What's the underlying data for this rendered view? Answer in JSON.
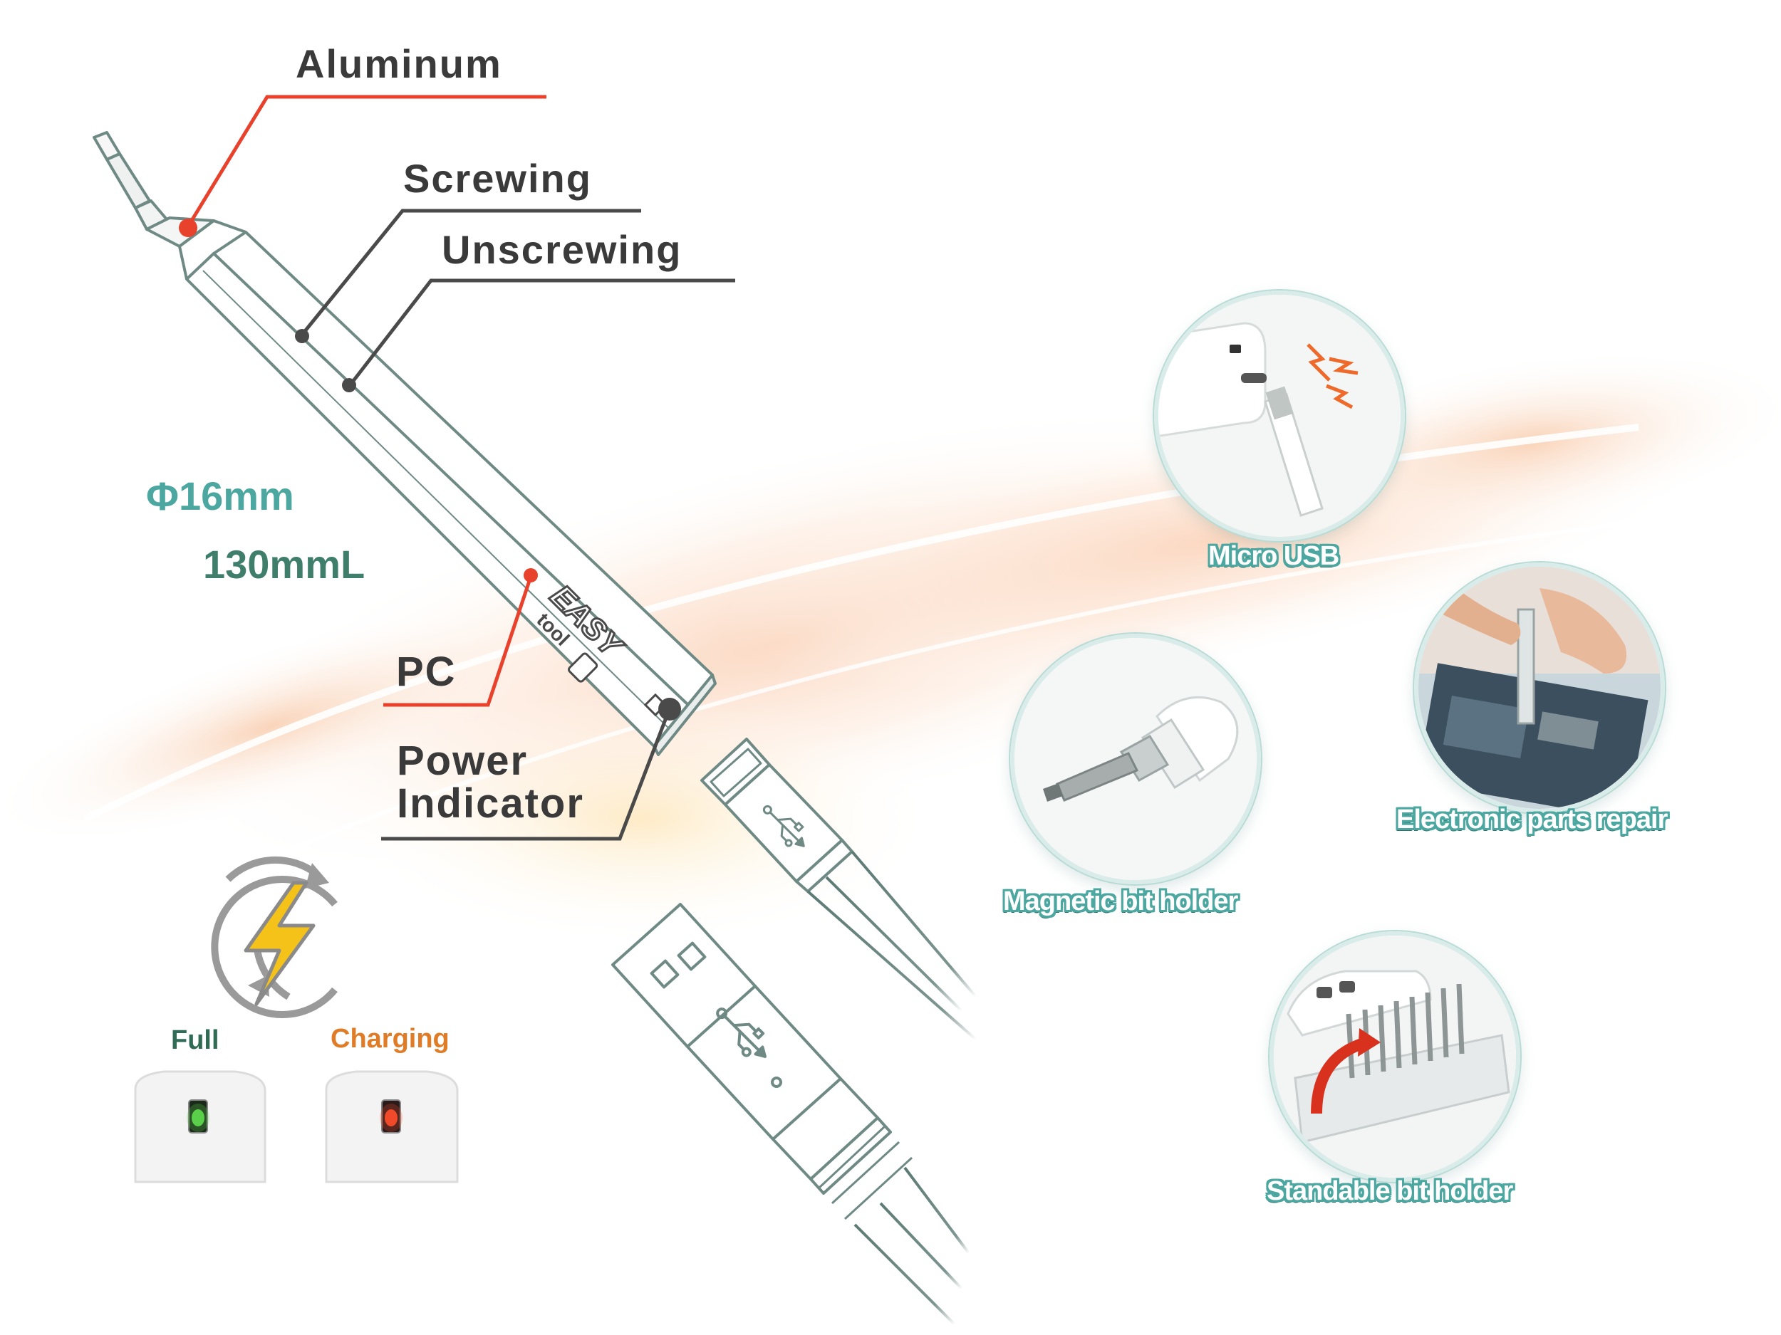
{
  "callouts": {
    "aluminum": "Aluminum",
    "screwing": "Screwing",
    "unscrewing": "Unscrewing",
    "pc": "PC",
    "power_indicator_line1": "Power",
    "power_indicator_line2": "Indicator"
  },
  "specs": {
    "diameter": "Φ16mm",
    "length": "130mmL"
  },
  "status": {
    "full": "Full",
    "charging": "Charging"
  },
  "features": {
    "micro_usb": "Micro USB",
    "electronic_repair": "Electronic parts repair",
    "magnetic_holder": "Magnetic bit holder",
    "standable_holder": "Standable bit holder"
  },
  "colors": {
    "accent_teal": "#4ba7a0",
    "leader_red": "#e8412c",
    "leader_gray": "#4a4a4a",
    "full_green": "#2f6b55",
    "charging_orange": "#e07b26",
    "bolt_yellow": "#f5c21a"
  }
}
